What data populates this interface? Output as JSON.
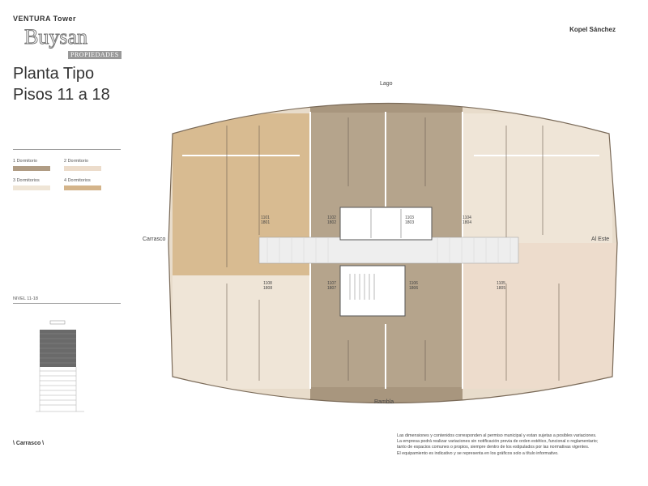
{
  "header": {
    "project": "VENTURA Tower",
    "watermark": "Buysan",
    "watermark_sub": "PROPIEDADES",
    "architect": "Kopel Sánchez",
    "title_line1": "Planta Tipo",
    "title_line2": "Pisos 11 a 18"
  },
  "legend": [
    {
      "label": "1 Dormitorio",
      "color": "#b09c84"
    },
    {
      "label": "2 Dormitorio",
      "color": "#ecdccb"
    },
    {
      "label": "3 Dormitorios",
      "color": "#efe5d6"
    },
    {
      "label": "4 Dormitorios",
      "color": "#d4b48a"
    }
  ],
  "level_label": "NIVEL 11-18",
  "neighborhood": "\\ Carrasco \\",
  "orientation": {
    "top": "Lago",
    "bottom": "Rambla",
    "left": "Carrasco",
    "right": "Al Este"
  },
  "units": [
    {
      "code": "1101",
      "floor_code": "1801",
      "color": "#d8bb91"
    },
    {
      "code": "1102",
      "floor_code": "1802",
      "color": "#b5a48c"
    },
    {
      "code": "1103",
      "floor_code": "1803",
      "color": "#b5a48c"
    },
    {
      "code": "1104",
      "floor_code": "1804",
      "color": "#efe5d7"
    },
    {
      "code": "1105",
      "floor_code": "1805",
      "color": "#eddccc"
    },
    {
      "code": "1106",
      "floor_code": "1806",
      "color": "#b5a48c"
    },
    {
      "code": "1107",
      "floor_code": "1807",
      "color": "#b5a48c"
    },
    {
      "code": "1108",
      "floor_code": "1808",
      "color": "#efe5d7"
    }
  ],
  "disclaimer": [
    "Las dimensiones y contenidos corresponden al permiso municipal y estan sujetas a posibles variaciones.",
    "La empresa podrá realizar variaciones sin notificación previa de orden estético, funcional o reglamentario;",
    "tanto de espacios comunes o propios, siempre dentro de los estipulados por las normativas vigentes.",
    "El equipamiento es indicativo y se representa en los gráficos solo a título informativo."
  ]
}
